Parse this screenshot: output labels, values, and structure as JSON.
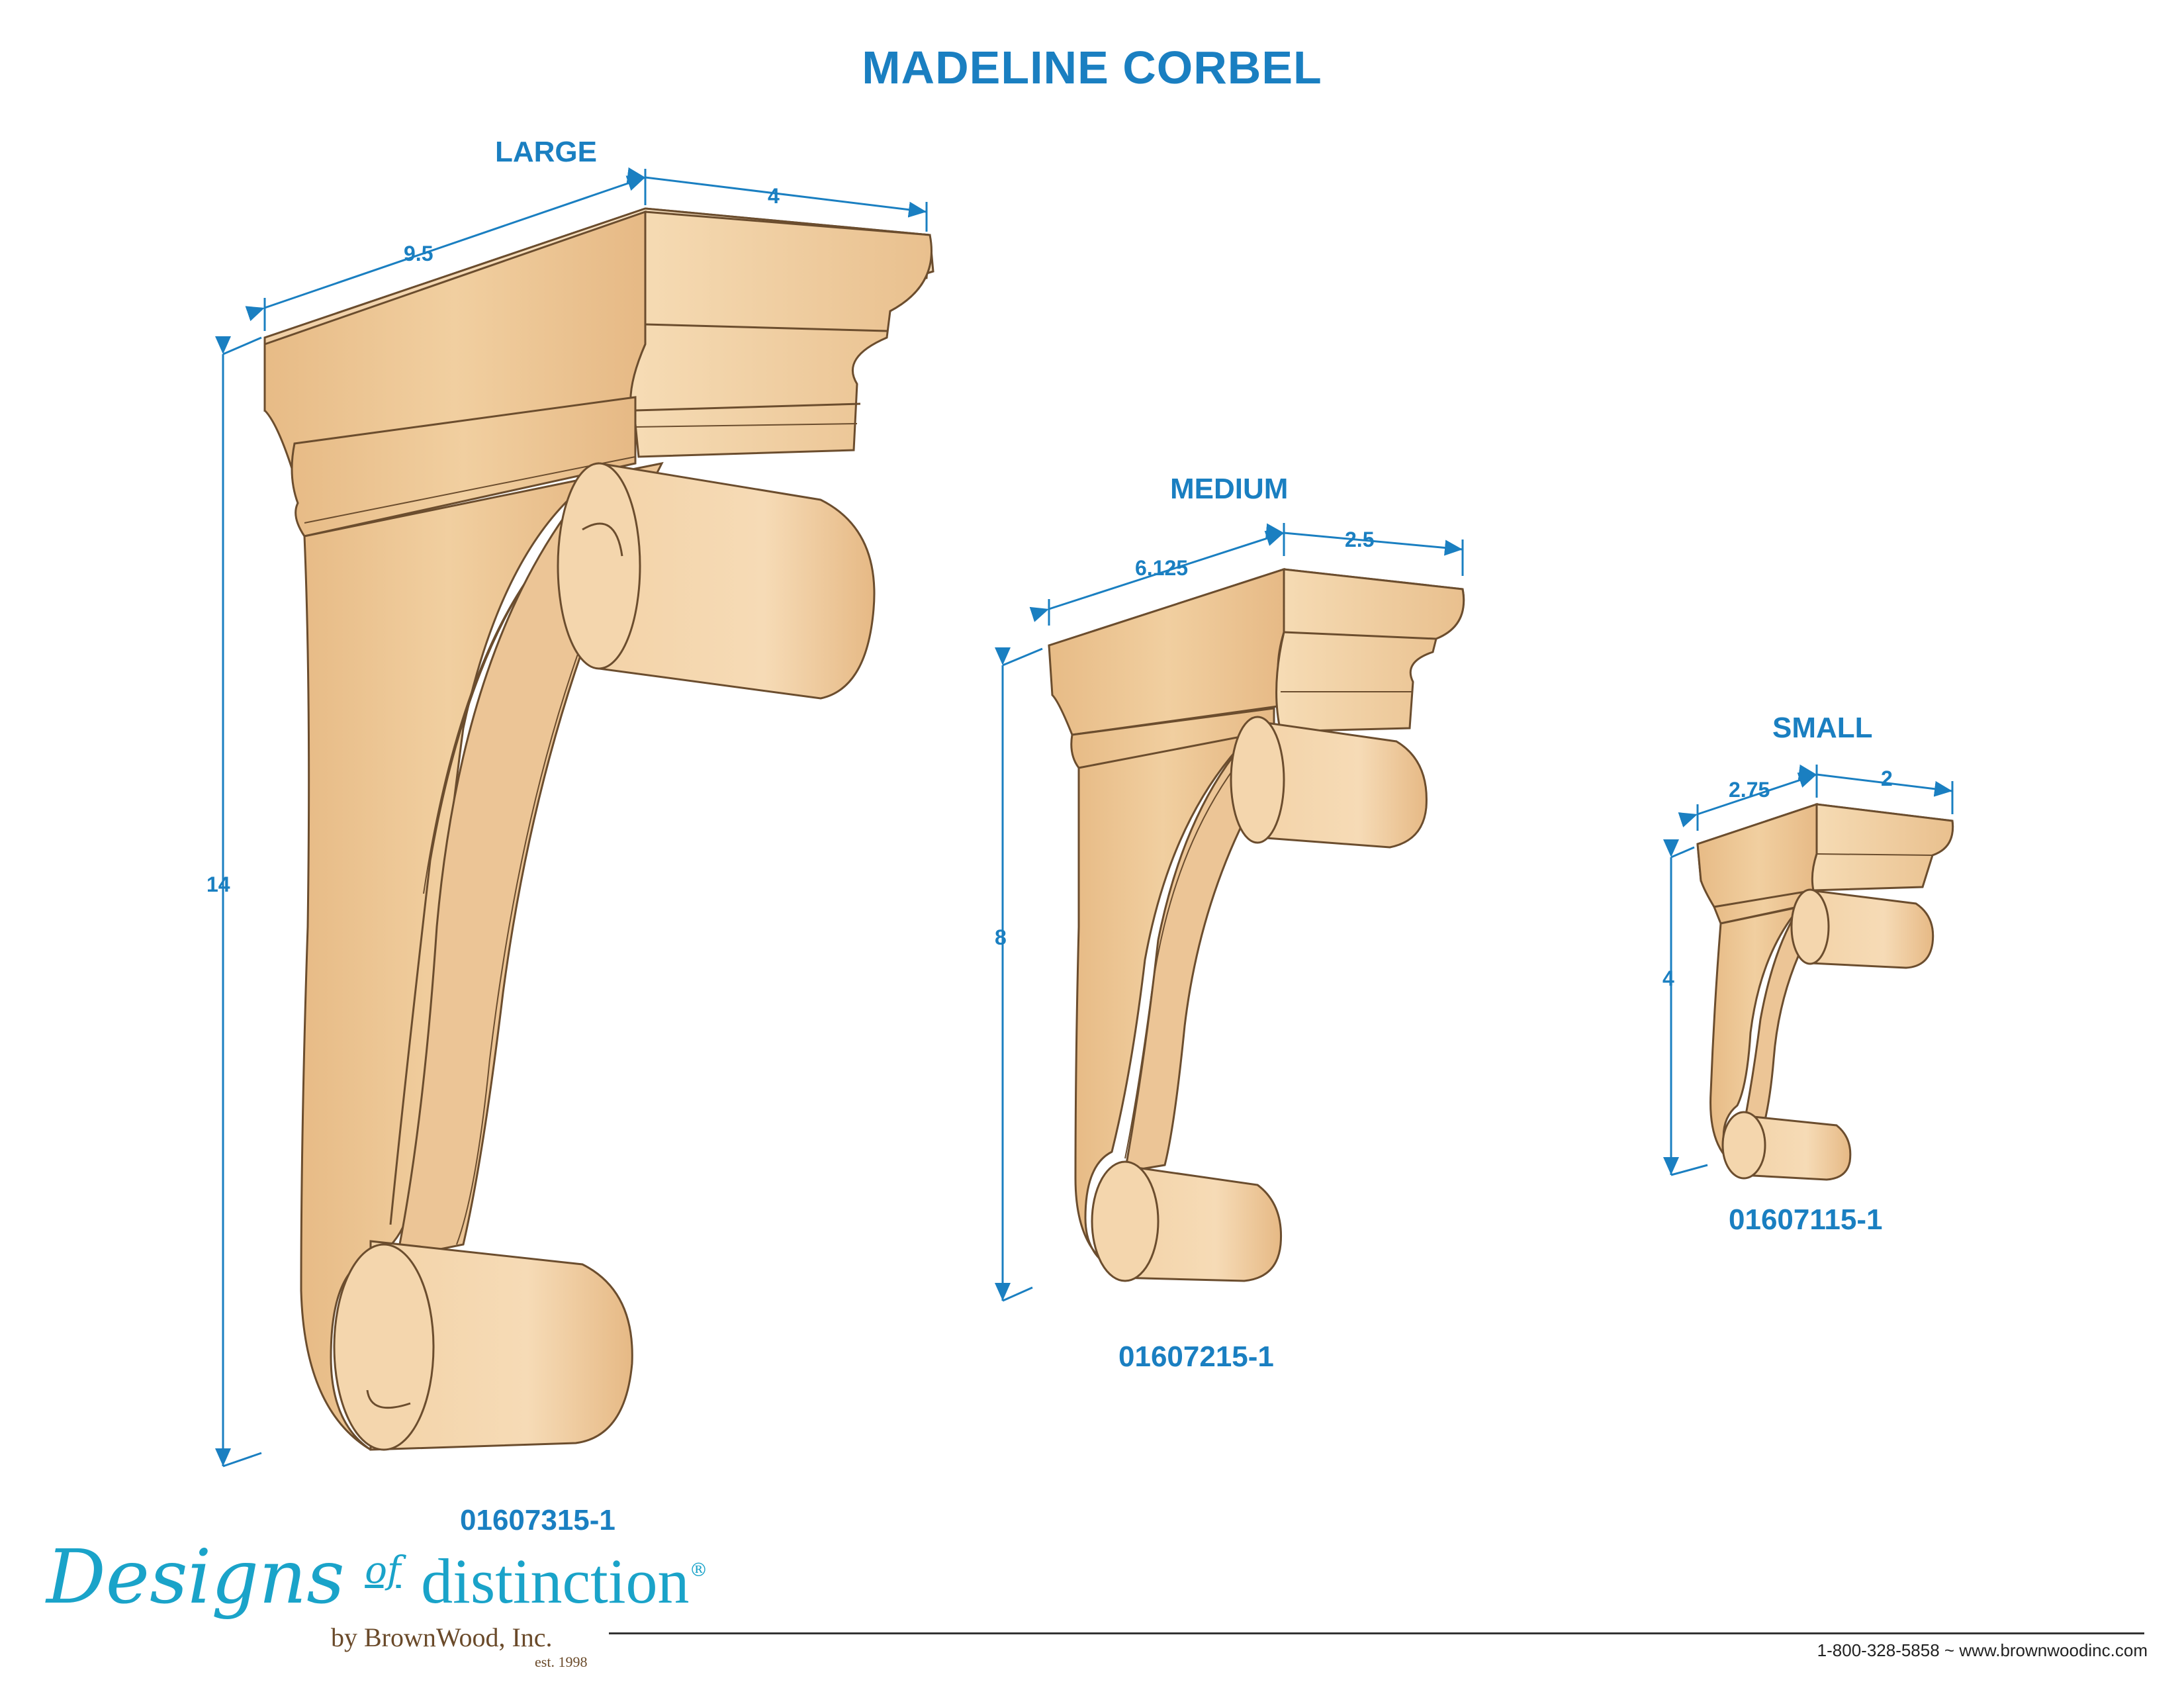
{
  "title": "MADELINE CORBEL",
  "products": [
    {
      "size": "LARGE",
      "part_number": "01607315-1",
      "width": "9.5",
      "depth": "4",
      "height": "14"
    },
    {
      "size": "MEDIUM",
      "part_number": "01607215-1",
      "width": "6.125",
      "depth": "2.5",
      "height": "8"
    },
    {
      "size": "SMALL",
      "part_number": "01607115-1",
      "width": "2.75",
      "depth": "2",
      "height": "4"
    }
  ],
  "brand": {
    "name_script": "Designs",
    "name_of": "of",
    "name_rest": "distinction",
    "registered": "®",
    "byline": "by BrownWood, Inc.",
    "established": "est. 1998"
  },
  "contact": "1-800-328-5858 ~ www.brownwoodinc.com",
  "colors": {
    "accent": "#1a7fc1",
    "wood_light": "#f3d3a8",
    "wood_mid": "#e8bd88",
    "wood_dark": "#c99a66",
    "logo": "#1aa3c9"
  }
}
